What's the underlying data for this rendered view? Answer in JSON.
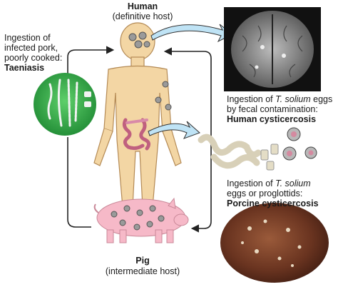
{
  "human": {
    "title": "Human",
    "subtitle": "(definitive host)"
  },
  "pig": {
    "title": "Pig",
    "subtitle": "(intermediate host)"
  },
  "taeniasis": {
    "line1": "Ingestion of",
    "line2": "infected pork,",
    "line3": "poorly cooked:",
    "result": "Taeniasis"
  },
  "human_cysticercosis": {
    "line1_prefix": "Ingestion of ",
    "line1_species": "T. solium",
    "line1_suffix": " eggs",
    "line2": "by fecal contamination:",
    "result": "Human cysticercosis"
  },
  "porcine_cysticercosis": {
    "line1_prefix": "Ingestion of ",
    "line1_species": "T. solium",
    "line2": "eggs or proglottids:",
    "result": "Porcine cysticercosis"
  },
  "colors": {
    "body": "#f3d6a4",
    "body_outline": "#b48a55",
    "cyst": "#9a9a9a",
    "intestine": "#d98aa8",
    "pig": "#f6b9c8",
    "cycle_line": "#222222",
    "arrow_fill": "#bfe3f5"
  }
}
